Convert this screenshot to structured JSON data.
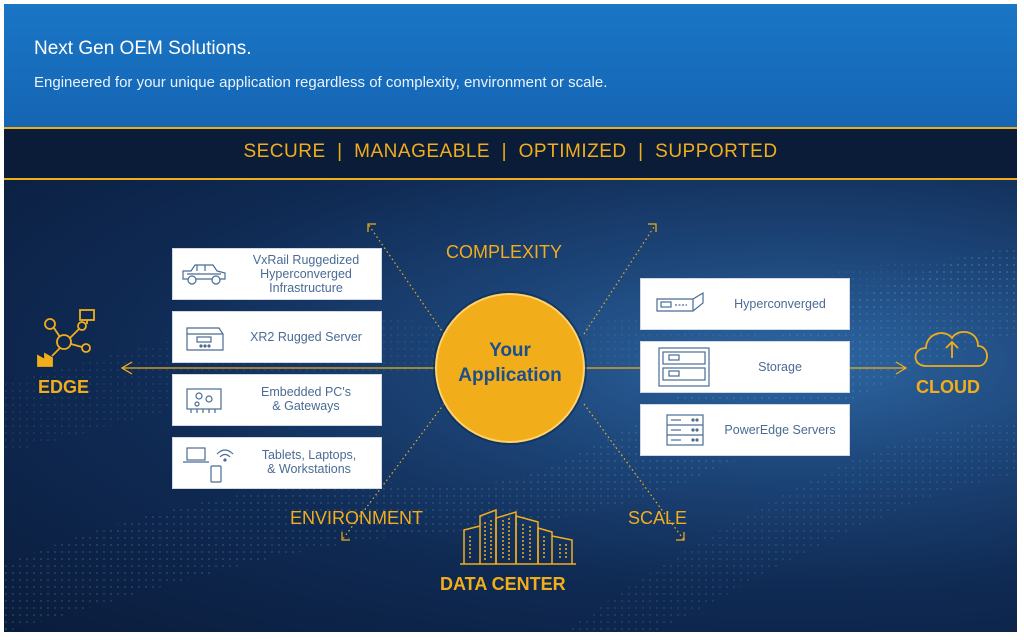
{
  "header": {
    "title": "Next Gen OEM Solutions.",
    "subtitle": "Engineered for your unique application regardless of complexity, environment or scale."
  },
  "pillars": "SECURE  |  MANAGEABLE  |  OPTIMIZED  |  SUPPORTED",
  "center": {
    "line1": "Your",
    "line2": "Application"
  },
  "axes": {
    "complexity": "COMPLEXITY",
    "environment": "ENVIRONMENT",
    "scale": "SCALE",
    "edge": "EDGE",
    "cloud": "CLOUD",
    "data_center": "DATA CENTER"
  },
  "edge_cards": [
    {
      "lines": [
        "VxRail Ruggedized",
        "Hyperconverged",
        "Infrastructure"
      ],
      "icon": "rugged-vehicle-icon"
    },
    {
      "lines": [
        "XR2 Rugged Server"
      ],
      "icon": "rugged-server-icon"
    },
    {
      "lines": [
        "Embedded PC's",
        "& Gateways"
      ],
      "icon": "embedded-pc-icon"
    },
    {
      "lines": [
        "Tablets, Laptops,",
        "& Workstations"
      ],
      "icon": "devices-icon"
    }
  ],
  "cloud_cards": [
    {
      "lines": [
        "Hyperconverged"
      ],
      "icon": "hyperconverged-appliance-icon"
    },
    {
      "lines": [
        "Storage"
      ],
      "icon": "storage-array-icon"
    },
    {
      "lines": [
        "PowerEdge Servers"
      ],
      "icon": "rack-server-icon"
    }
  ],
  "colors": {
    "header_blue": "#1976c5",
    "accent_gold": "#f2ad1b",
    "background_navy": "#0a1c38",
    "card_text": "#4a6b93",
    "center_text": "#1b4f8c"
  }
}
